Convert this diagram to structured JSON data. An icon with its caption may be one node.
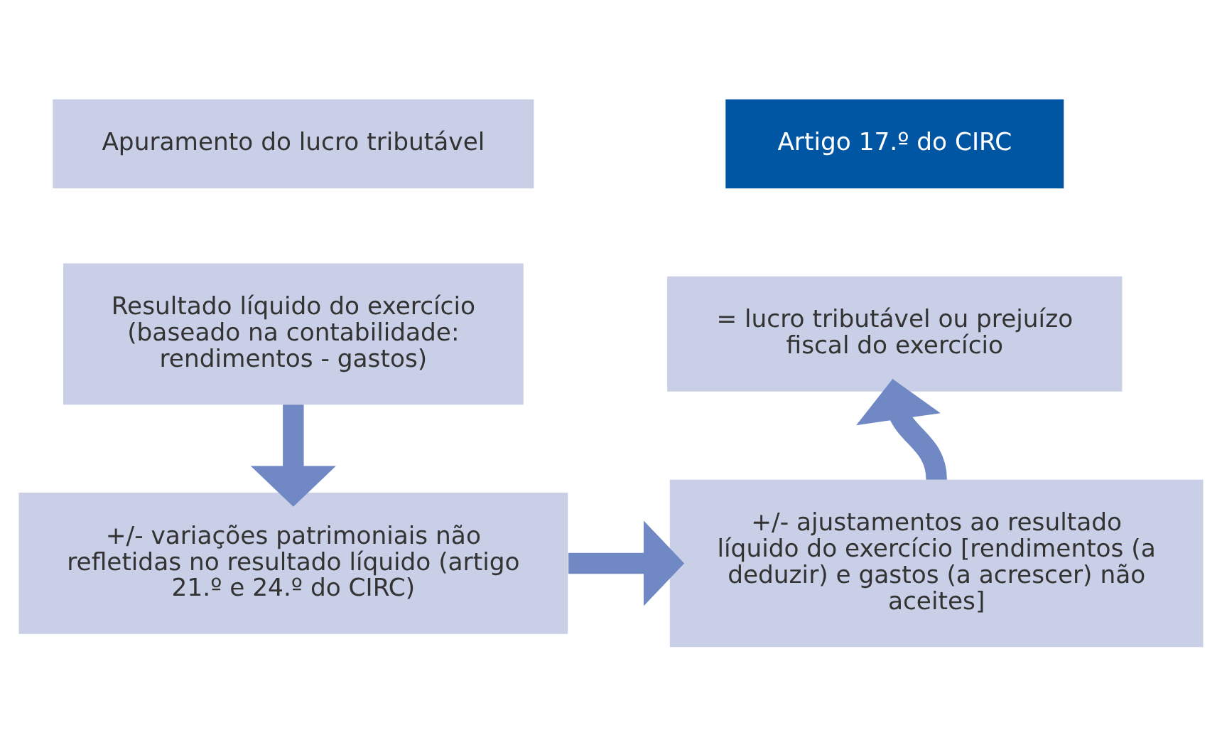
{
  "diagram": {
    "nodes": [
      {
        "text": [
          "Apuramento do lucro tributável"
        ]
      },
      {
        "text": [
          "Artigo 17.º do CIRC"
        ]
      },
      {
        "text": [
          "Resultado líquido do exercício (baseado na contabilidade: rendimentos - gastos)"
        ]
      },
      {
        "text": [
          "+/- variações patrimoniais não refletidas no resultado líquido (artigo 21.º e 24.º do CIRC)"
        ]
      },
      {
        "text": [
          "+/- ajustamentos ao resultado líquido do exercício [rendimentos (a deduzir) e gastos (a acrescer) não aceites]"
        ]
      },
      {
        "text": [
          "= lucro tributável ou prejuízo fiscal do exercício"
        ]
      }
    ],
    "edges": [
      {
        "from": 2,
        "to": 3,
        "arrow": "to"
      },
      {
        "from": 3,
        "to": 4,
        "arrow": "to"
      },
      {
        "from": 4,
        "to": 5,
        "arrow": "to"
      }
    ]
  }
}
